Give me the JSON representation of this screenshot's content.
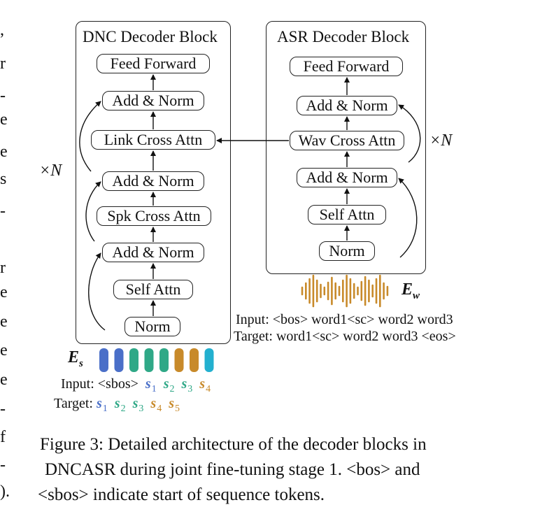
{
  "left_margin_fragments": [
    ",",
    "r",
    "-",
    "e",
    "e",
    "s",
    "-",
    "r",
    "e",
    "e",
    "e",
    "e",
    "-",
    "f",
    "-",
    ")."
  ],
  "dnc_block": {
    "title": "DNC Decoder Block",
    "layers": [
      "Feed Forward",
      "Add & Norm",
      "Link Cross Attn",
      "Add & Norm",
      "Spk Cross Attn",
      "Add & Norm",
      "Self Attn",
      "Norm"
    ],
    "repeat": "×N"
  },
  "asr_block": {
    "title": "ASR Decoder Block",
    "layers": [
      "Feed Forward",
      "Add & Norm",
      "Wav Cross Attn",
      "Add & Norm",
      "Self Attn",
      "Norm"
    ],
    "repeat": "×N"
  },
  "speaker_embedding": {
    "symbol": "E",
    "subscript": "s",
    "bar_colors": [
      "#4a6fc8",
      "#4a6fc8",
      "#2fa887",
      "#2fa887",
      "#2fa887",
      "#c88a2a",
      "#c88a2a",
      "#23b0cf"
    ]
  },
  "wave_embedding": {
    "symbol": "E",
    "subscript": "w",
    "color": "#c88a2a",
    "wave_heights": [
      10,
      22,
      34,
      44,
      30,
      18,
      10,
      24,
      38,
      22,
      12,
      30,
      44,
      34,
      20,
      10,
      26,
      40,
      30,
      16,
      34,
      44,
      22,
      12
    ]
  },
  "asr_io": {
    "input": "Input: <bos> word1<sc> word2 word3",
    "target": "Target: word1<sc> word2 word3 <eos>"
  },
  "dnc_io": {
    "input_label": "Input:",
    "input_tokens": [
      {
        "text": "<sbos>",
        "sub": "",
        "color": "#111111",
        "math": false
      },
      {
        "text": "s",
        "sub": "1",
        "color": "#4a6fc8",
        "math": true
      },
      {
        "text": "s",
        "sub": "2",
        "color": "#2fa887",
        "math": true
      },
      {
        "text": "s",
        "sub": "3",
        "color": "#2fa887",
        "math": true
      },
      {
        "text": "s",
        "sub": "4",
        "color": "#c88a2a",
        "math": true
      }
    ],
    "target_label": "Target:",
    "target_tokens": [
      {
        "text": "s",
        "sub": "1",
        "color": "#4a6fc8",
        "math": true
      },
      {
        "text": "s",
        "sub": "2",
        "color": "#2fa887",
        "math": true
      },
      {
        "text": "s",
        "sub": "3",
        "color": "#2fa887",
        "math": true
      },
      {
        "text": "s",
        "sub": "4",
        "color": "#c88a2a",
        "math": true
      },
      {
        "text": "s",
        "sub": "5",
        "color": "#c88a2a",
        "math": true
      }
    ]
  },
  "caption": {
    "line1": "Figure 3: Detailed architecture of the decoder blocks in",
    "line2": "DNCASR during joint fine-tuning stage 1. <bos> and",
    "line3": "<sbos> indicate start of sequence tokens."
  }
}
